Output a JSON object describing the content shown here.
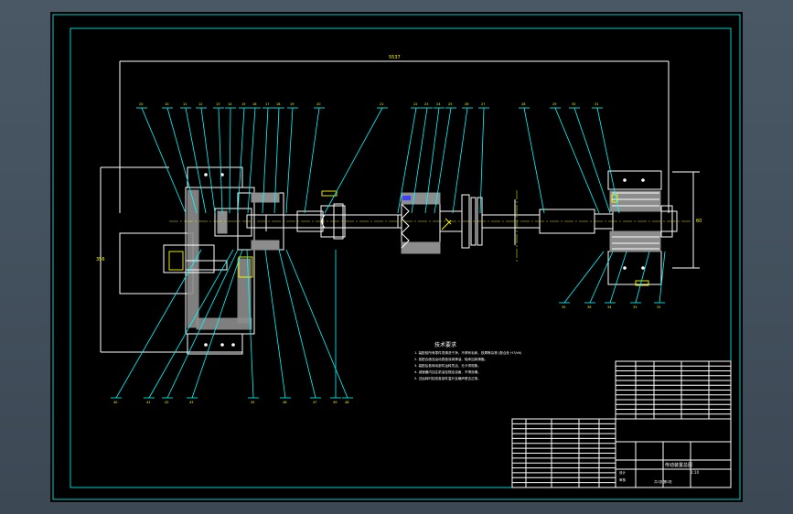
{
  "window": {
    "background": "#47525e",
    "paper_color": "#000000",
    "line_color": "#ffffff",
    "leader_color": "#00ffff",
    "hatch_color": "#8d8d8d",
    "center_line_color": "#ffff00"
  },
  "dimensions": {
    "overall_length": "5537",
    "height_left": "356",
    "height_right": "60"
  },
  "leaders_top": [
    "20",
    "10",
    "11",
    "12",
    "13",
    "14",
    "15",
    "16",
    "17",
    "18",
    "19",
    "20",
    "21",
    "22",
    "23",
    "24",
    "25",
    "26",
    "27",
    "28",
    "29",
    "30",
    "31"
  ],
  "leaders_bottom_left": [
    "40",
    "41",
    "42",
    "43",
    "45",
    "46",
    "47",
    "48",
    "49"
  ],
  "leaders_bottom_right": [
    "35",
    "36",
    "34",
    "33",
    "32"
  ],
  "tech_requirements": {
    "title": "技术要求",
    "lines": [
      "1. 装配前所有零件须清洗干净，不得有毛刺、铁屑等杂物 (配合处 H7/k6)",
      "2. 各配合面及运动表面涂润滑油，轴承加润滑脂。",
      "3. 装配后各转动部件运转灵活，无卡滞现象。",
      "4. 减速器内加注机油至规定油面，不得渗漏。",
      "5. 试运转时检查各部件温升及噪声是否正常。"
    ]
  },
  "title_block": {
    "drawing_name": "传动装置总图",
    "scale": "1:10",
    "sheet": "共1张 第1张",
    "designer": "设计",
    "checker": "审核"
  },
  "parts_list_rows": 14,
  "title_block_rows": 12
}
